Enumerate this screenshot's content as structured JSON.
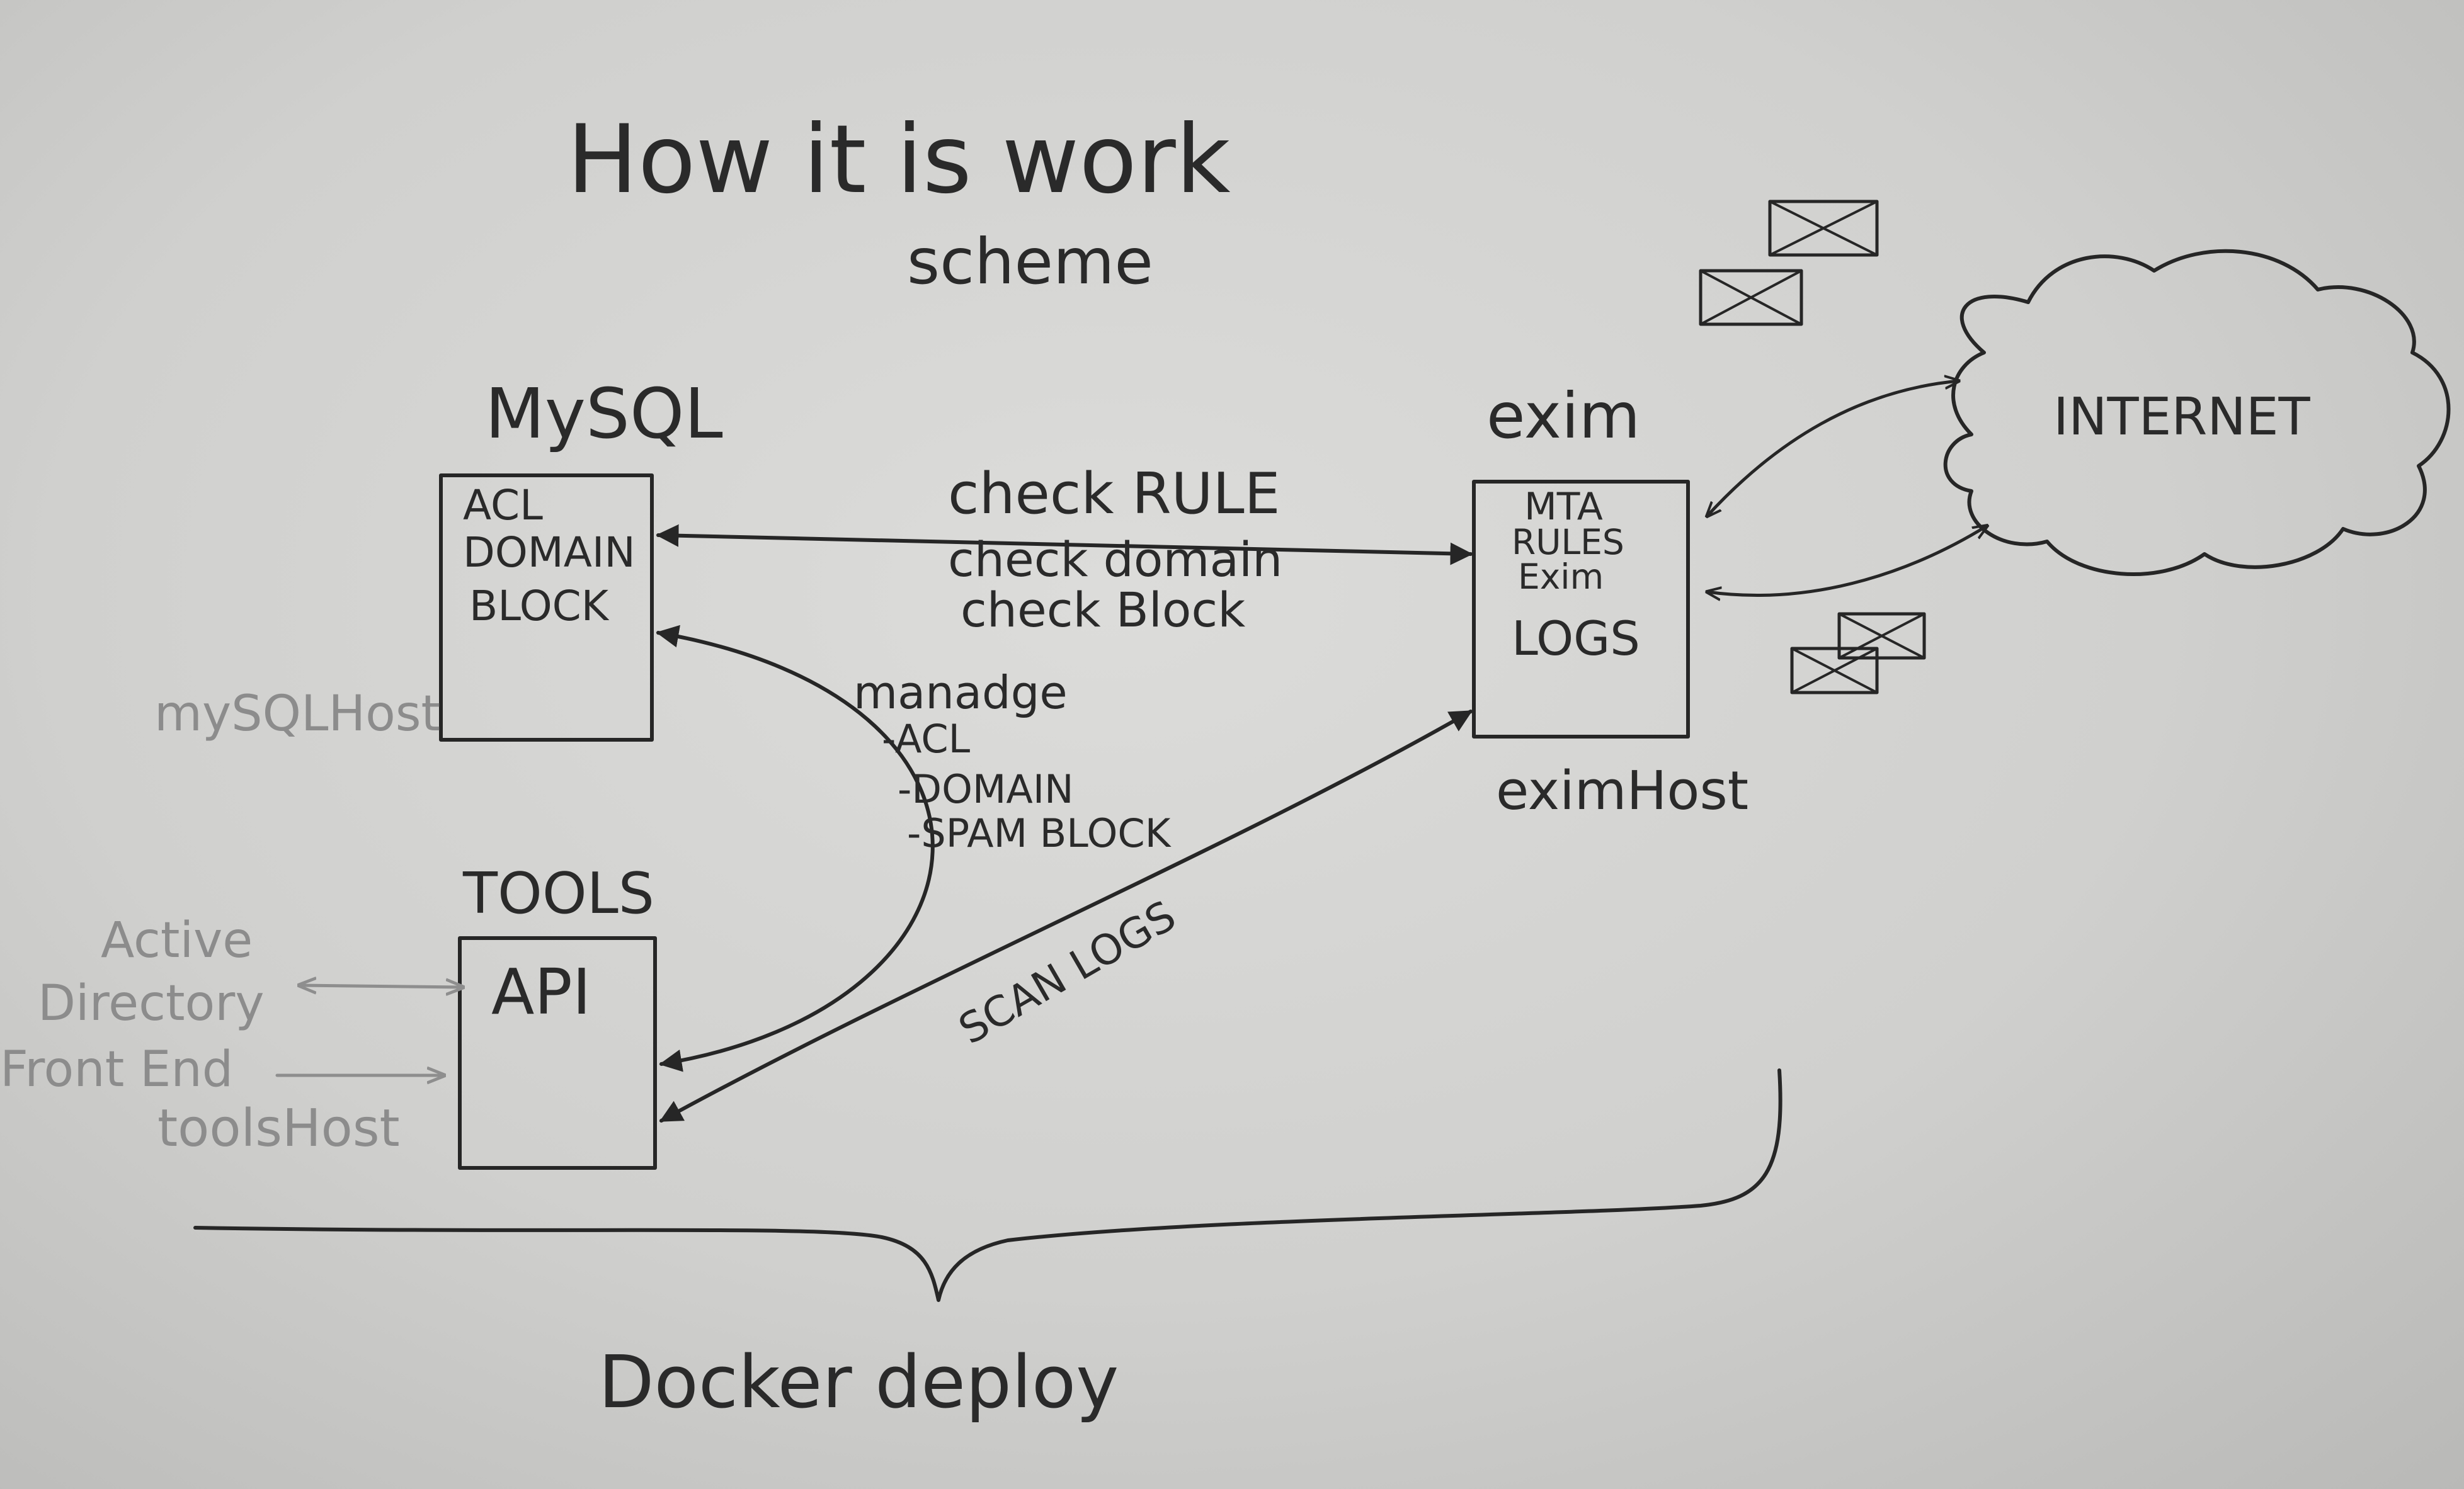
{
  "title": "How it is work",
  "subtitle": "scheme",
  "mysql": {
    "name": "MySQL",
    "items": [
      "ACL",
      "DOMAIN",
      "BLOCK"
    ],
    "host": "mySQLHost"
  },
  "exim": {
    "name": "exim",
    "items": [
      "MTA",
      "RULES",
      "Exim",
      "LOGS"
    ],
    "host": "eximHost"
  },
  "tools": {
    "name": "TOOLS",
    "box_label": "API",
    "host": "toolsHost"
  },
  "inputs": [
    "Active",
    "Directory",
    "Front End"
  ],
  "internet": "INTERNET",
  "edges": {
    "mysql_exim": [
      "check RULE",
      "check domain",
      "check Block"
    ],
    "manage": [
      "manadge",
      "-ACL",
      "-DOMAIN",
      "-SPAM BLOCK"
    ],
    "scan": "SCAN LOGS"
  },
  "deploy": "Docker deploy",
  "colors": {
    "ink": "#262626",
    "faint_ink": "#8c8c8c",
    "paper": "#d4d4d2"
  }
}
